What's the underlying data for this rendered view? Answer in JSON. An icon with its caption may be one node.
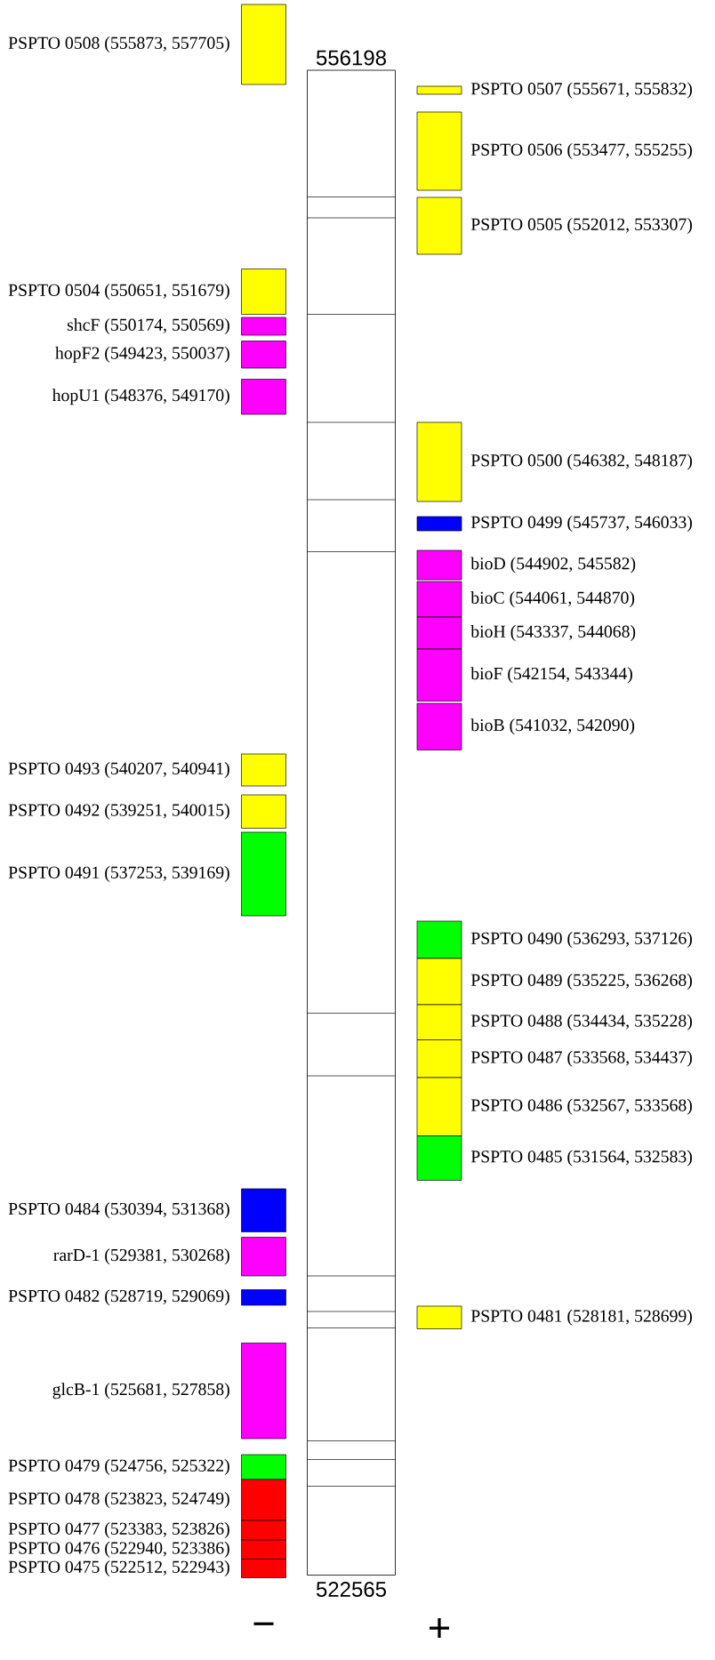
{
  "diagram": {
    "nodes": [
      {
        "text": [
          "PSPTO 0508 (555873, 557705)"
        ]
      },
      {
        "text": [
          "PSPTO 0507 (555671, 555832)"
        ]
      },
      {
        "text": [
          "PSPTO 0506 (553477, 555255)"
        ]
      },
      {
        "text": [
          "PSPTO 0505 (552012, 553307)"
        ]
      },
      {
        "text": [
          "PSPTO 0504 (550651, 551679)"
        ]
      },
      {
        "text": [
          "shcF (550174, 550569)"
        ]
      },
      {
        "text": [
          "hopF2 (549423, 550037)"
        ]
      },
      {
        "text": [
          "hopU1 (548376, 549170)"
        ]
      },
      {
        "text": [
          "PSPTO 0500 (546382, 548187)"
        ]
      },
      {
        "text": [
          "PSPTO 0499 (545737, 546033)"
        ]
      },
      {
        "text": [
          "bioD (544902, 545582)"
        ]
      },
      {
        "text": [
          "bioC (544061, 544870)"
        ]
      },
      {
        "text": [
          "bioH (543337, 544068)"
        ]
      },
      {
        "text": [
          "bioF (542154, 543344)"
        ]
      },
      {
        "text": [
          "bioB (541032, 542090)"
        ]
      },
      {
        "text": [
          "PSPTO 0493 (540207, 540941)"
        ]
      },
      {
        "text": [
          "PSPTO 0492 (539251, 540015)"
        ]
      },
      {
        "text": [
          "PSPTO 0491 (537253, 539169)"
        ]
      },
      {
        "text": [
          "PSPTO 0490 (536293, 537126)"
        ]
      },
      {
        "text": [
          "PSPTO 0489 (535225, 536268)"
        ]
      },
      {
        "text": [
          "PSPTO 0488 (534434, 535228)"
        ]
      },
      {
        "text": [
          "PSPTO 0487 (533568, 534437)"
        ]
      },
      {
        "text": [
          "PSPTO 0486 (532567, 533568)"
        ]
      },
      {
        "text": [
          "PSPTO 0485 (531564, 532583)"
        ]
      },
      {
        "text": [
          "PSPTO 0484 (530394, 531368)"
        ]
      },
      {
        "text": [
          "rarD-1 (529381, 530268)"
        ]
      },
      {
        "text": [
          "PSPTO 0482 (528719, 529069)"
        ]
      },
      {
        "text": [
          "PSPTO 0481 (528181, 528699)"
        ]
      },
      {
        "text": [
          "glcB-1 (525681, 527858)"
        ]
      },
      {
        "text": [
          "PSPTO 0479 (524756, 525322)"
        ]
      },
      {
        "text": [
          "PSPTO 0478 (523823, 524749)"
        ]
      },
      {
        "text": [
          "PSPTO 0477 (523383, 523826)"
        ]
      },
      {
        "text": [
          "PSPTO 0476 (522940, 523386)"
        ]
      },
      {
        "text": [
          "PSPTO 0475 (522512, 522943)"
        ]
      }
    ],
    "labels": [
      "556198",
      "522565",
      "−",
      "+"
    ]
  }
}
